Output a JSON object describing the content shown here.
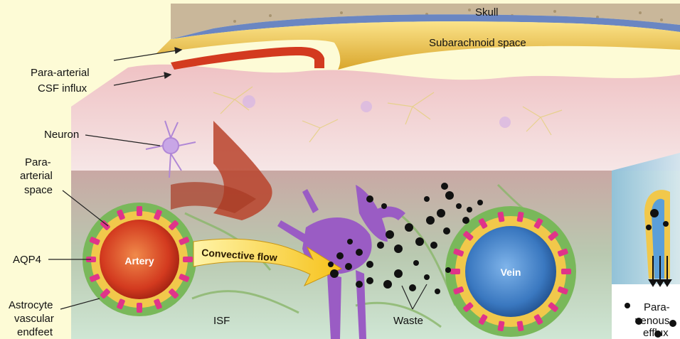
{
  "labels": {
    "skull": "Skull",
    "subarachnoid": "Subarachnoid space",
    "influx_1": "Para-arterial",
    "influx_2": "CSF influx",
    "neuron": "Neuron",
    "para_arterial_space_1": "Para-",
    "para_arterial_space_2": "arterial",
    "para_arterial_space_3": "space",
    "aqp4": "AQP4",
    "astrocyte_1": "Astrocyte",
    "astrocyte_2": "vascular",
    "astrocyte_3": "endfeet",
    "artery": "Artery",
    "convective_flow": "Convective flow",
    "isf": "ISF",
    "waste": "Waste",
    "vein": "Vein",
    "efflux_1": "Para-",
    "efflux_2": "venous",
    "efflux_3": "efflux"
  },
  "colors": {
    "background": "#fdfbd6",
    "skull": "#c9b79a",
    "subarachnoid": "#f1c84b",
    "artery": "#d33a1f",
    "vein": "#3a78c0",
    "endfeet": "#79b85a",
    "aqp4": "#e0338a",
    "neuron": "#9a5cc4",
    "waste": "#111111"
  }
}
